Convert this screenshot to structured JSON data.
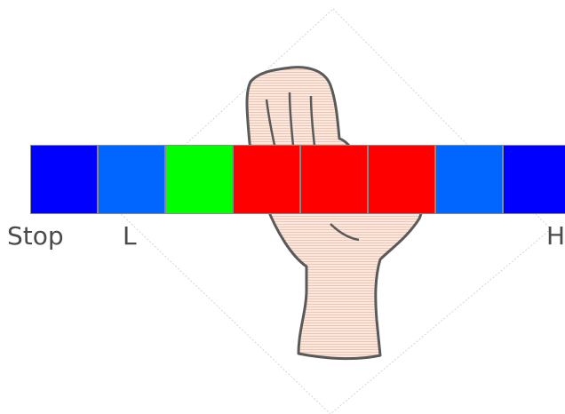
{
  "bar": {
    "cells": [
      {
        "color": "#0000ff"
      },
      {
        "color": "#0066ff"
      },
      {
        "color": "#00ff00"
      },
      {
        "color": "#ff0000"
      },
      {
        "color": "#ff0000"
      },
      {
        "color": "#ff0000"
      },
      {
        "color": "#0066ff"
      },
      {
        "color": "#0000ff"
      }
    ]
  },
  "labels": {
    "stop": "Stop",
    "low": "L",
    "high": "H"
  },
  "background": {
    "icon": "hand-icon",
    "hand_fill": "#fde7dc",
    "hand_stroke": "#555555",
    "diamond_stroke": "#cfcfcf"
  }
}
